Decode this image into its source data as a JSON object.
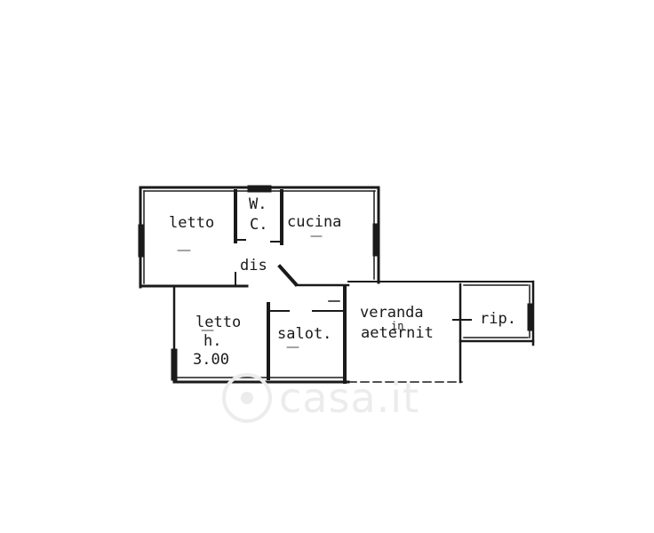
{
  "rooms": {
    "letto_1": "letto",
    "wc_w": "W.",
    "wc_c": "C.",
    "cucina": "cucina",
    "dis": "dis",
    "letto_2": "letto",
    "letto_2_h": "h.",
    "letto_2_height": "3.00",
    "salot": "salot.",
    "veranda": "veranda",
    "veranda_in": "in",
    "veranda_material": "aeternit",
    "rip": "rip."
  },
  "watermark": {
    "text": "casa.it",
    "icon": "casa-logo-icon"
  },
  "colors": {
    "line": "#1a1a1a",
    "background": "#ffffff",
    "watermark": "#ececec"
  }
}
